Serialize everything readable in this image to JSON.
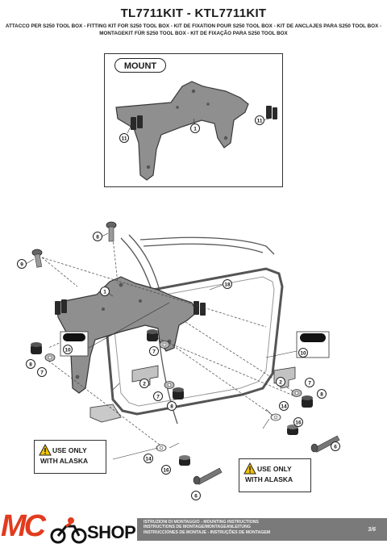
{
  "document": {
    "title": "TL7711KIT - KTL7711KIT",
    "subtitle_line1": "ATTACCO PER S250 TOOL BOX - FITTING KIT FOR S250 TOOL BOX - KIT DE FIXATION POUR S250 TOOL BOX - KIT DE ANCLAJES PARA S250 TOOL BOX -",
    "subtitle_line2": "MONTAGEKIT FÜR S250 TOOL BOX - KIT DE FIXAÇÃO PARA S250 TOOL BOX"
  },
  "mount_panel": {
    "label": "MOUNT",
    "callouts": [
      "1",
      "11",
      "11"
    ]
  },
  "assembly": {
    "callouts": {
      "c8_top": "8",
      "c9": "9",
      "c1": "1",
      "c18": "18",
      "c10_left": "10",
      "c10_right": "10",
      "c8_left": "8",
      "c7_left": "7",
      "c7_mid1": "7",
      "c7_mid2": "7",
      "c8_mid": "8",
      "c2_left": "2",
      "c2_right": "2",
      "c7_right": "7",
      "c8_right": "8",
      "c14_right": "14",
      "c16_right": "16",
      "c6_right": "6",
      "c14_bottom": "14",
      "c16_bottom": "16",
      "c6_bottom": "6"
    }
  },
  "warnings": [
    {
      "line1": "USE ONLY",
      "line2": "WITH ALASKA"
    },
    {
      "line1": "USE ONLY",
      "line2": "WITH ALASKA"
    }
  ],
  "footer": {
    "line1": "ISTRUZIONI DI MONTAGGIO  -  MOUNTING INSTRUCTIONS",
    "line2": "INSTRUCTIONS DE MONTAGE/MONTAGEANLEITUNG",
    "line3": "INSTRUCCIONES DE MONTAJE - INSTRUÇÕES DE MONTAGEM",
    "page": "3/6",
    "logo_left": "MC",
    "logo_right": "SHOP"
  },
  "colors": {
    "part_fill": "#8f8f8f",
    "part_dark": "#3a3a3a",
    "logo_red": "#e23b1e",
    "footer_bar": "#7a7a7a"
  }
}
